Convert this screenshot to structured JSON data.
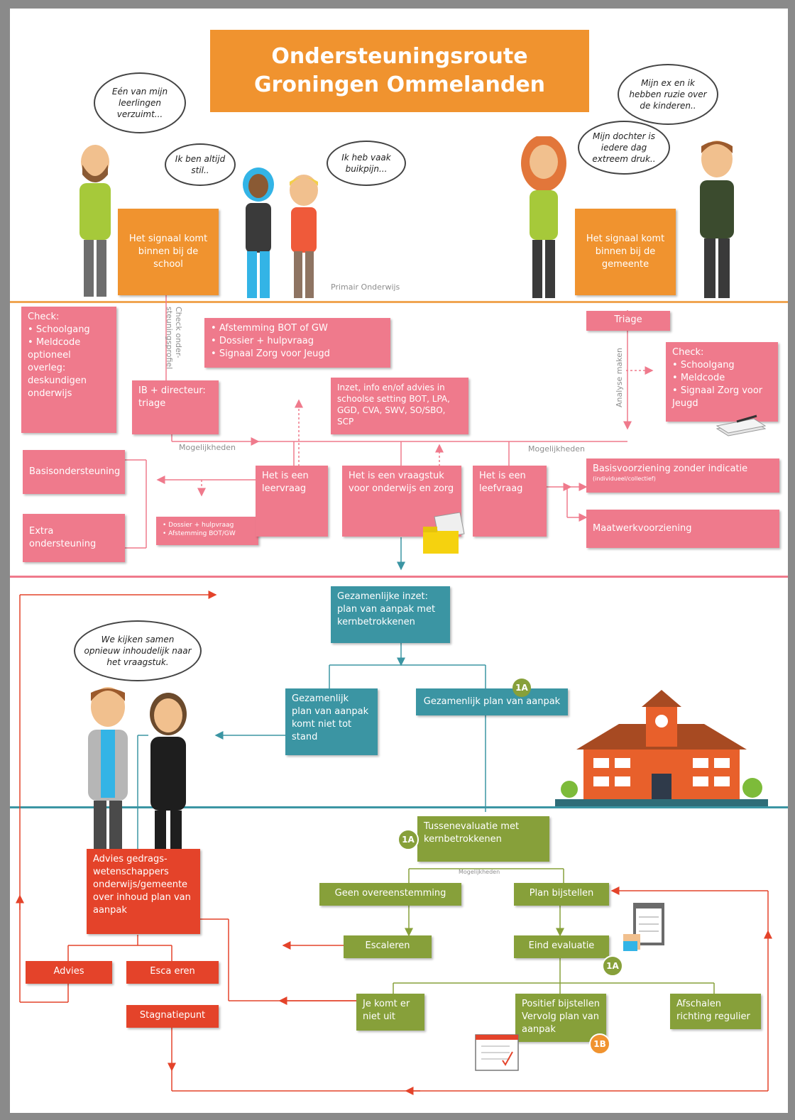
{
  "title": {
    "line1": "Ondersteuningsroute",
    "line2": "Groningen Ommelanden"
  },
  "speech": {
    "teacher": "Eén van mijn leerlingen verzuimt...",
    "girl": "Ik ben altijd stil..",
    "boy": "Ik heb vaak buikpijn...",
    "mother": "Mijn dochter is iedere dag extreem druk..",
    "father": "Mijn ex en ik hebben ruzie over de kinderen..",
    "pair": "We kijken samen opnieuw inhoudelijk naar het vraagstuk."
  },
  "section_labels": {
    "primair": "Primair Onderwijs",
    "check_profiel": "Check onder-steuningsprofiel",
    "analyse": "Analyse maken",
    "mogelijkheden_left": "Mogelijkheden",
    "mogelijkheden_right": "Mogelijkheden",
    "mogelijkheden_small": "Mogelijkheden"
  },
  "boxes": {
    "signaal_school": "Het signaal komt binnen bij de school",
    "signaal_gemeente": "Het signaal komt binnen bij de gemeente",
    "check_left_title": "Check:",
    "check_left_items": [
      "Schoolgang",
      "Meldcode optioneel overleg: deskundigen onderwijs"
    ],
    "afstemming_items": [
      "Afstemming BOT of GW",
      "Dossier + hulpvraag",
      "Signaal Zorg voor Jeugd"
    ],
    "ib_directeur": "IB + directeur: triage",
    "inzet_info": "Inzet, info en/of advies in schoolse setting BOT, LPA, GGD, CVA, SWV, SO/SBO, SCP",
    "triage": "Triage",
    "check_right_title": "Check:",
    "check_right_items": [
      "Schoolgang",
      "Meldcode",
      "Signaal Zorg voor Jeugd"
    ],
    "basisondersteuning": "Basisondersteuning",
    "extra_ondersteuning": "Extra ondersteuning",
    "dossier_small_items": [
      "Dossier + hulpvraag",
      "Afstemming BOT/GW"
    ],
    "leervraag": "Het is een leervraag",
    "vraagstuk": "Het is een vraagstuk voor onderwijs en zorg",
    "leefvraag": "Het is een leefvraag",
    "basisvoorziening": "Basisvoorziening zonder indicatie",
    "basisvoorziening_sub": "(individueel/collectief)",
    "maatwerk": "Maatwerkvoorziening",
    "gezamenlijke_inzet": "Gezamenlijke inzet: plan van aanpak met kernbetrokkenen",
    "plan_niet": "Gezamenlijk plan van aanpak komt niet tot stand",
    "plan": "Gezamenlijk plan van aanpak",
    "tussenevaluatie": "Tussenevaluatie met kernbetrokkenen",
    "geen_overeenstemming": "Geen overeenstemming",
    "plan_bijstellen": "Plan bijstellen",
    "escaleren": "Escaleren",
    "eind_evaluatie": "Eind evaluatie",
    "je_komt": "Je komt er niet uit",
    "positief": "Positief bijstellen Vervolg plan van aanpak",
    "afschalen": "Afschalen richting regulier",
    "advies_gw": "Advies gedrags-wetenschappers onderwijs/gemeente over inhoud plan van aanpak",
    "advies": "Advies",
    "escaleren_red": "Esca eren",
    "stagnatiepunt": "Stagnatiepunt"
  },
  "badges": {
    "b1": "1A",
    "b2": "1A",
    "b3": "1A",
    "b4": "1B"
  },
  "icons": [
    "folder-icon",
    "papers-icon",
    "clipboard-icon",
    "checklist-icon",
    "school-building-icon"
  ],
  "colors": {
    "orange": "#f0932f",
    "pink": "#ef7a8c",
    "teal": "#3b95a3",
    "green": "#87a03a",
    "red": "#e4432a",
    "divider_orange": "#f0a552",
    "divider_pink": "#ef7a8c",
    "divider_teal": "#3b95a3"
  }
}
